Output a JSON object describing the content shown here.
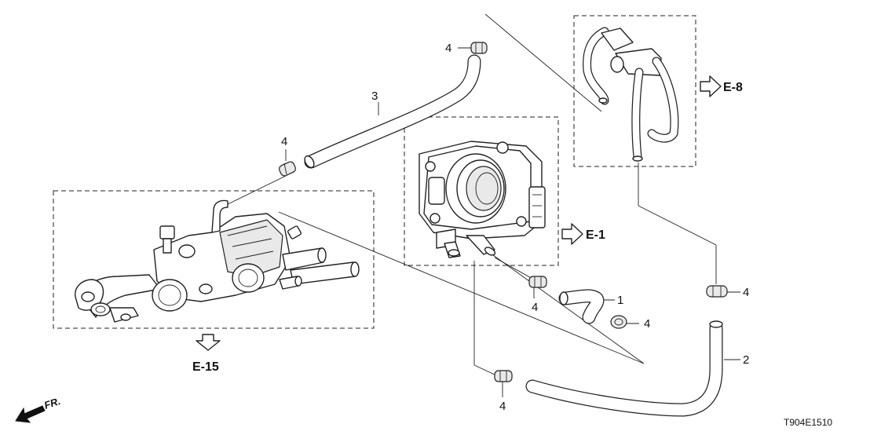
{
  "diagram": {
    "callouts": {
      "part_1": "1",
      "part_2": "2",
      "part_3": "3",
      "clamp_top": "4",
      "clamp_left": "4",
      "clamp_throttle": "4",
      "clamp_mid_right": "4",
      "clamp_right": "4",
      "clamp_bottom": "4"
    },
    "section_refs": {
      "thermostat_housing": "E-15",
      "throttle_body": "E-1",
      "pipe_assembly": "E-8"
    },
    "direction_marker": "FR.",
    "diagram_code": "T904E1510"
  }
}
